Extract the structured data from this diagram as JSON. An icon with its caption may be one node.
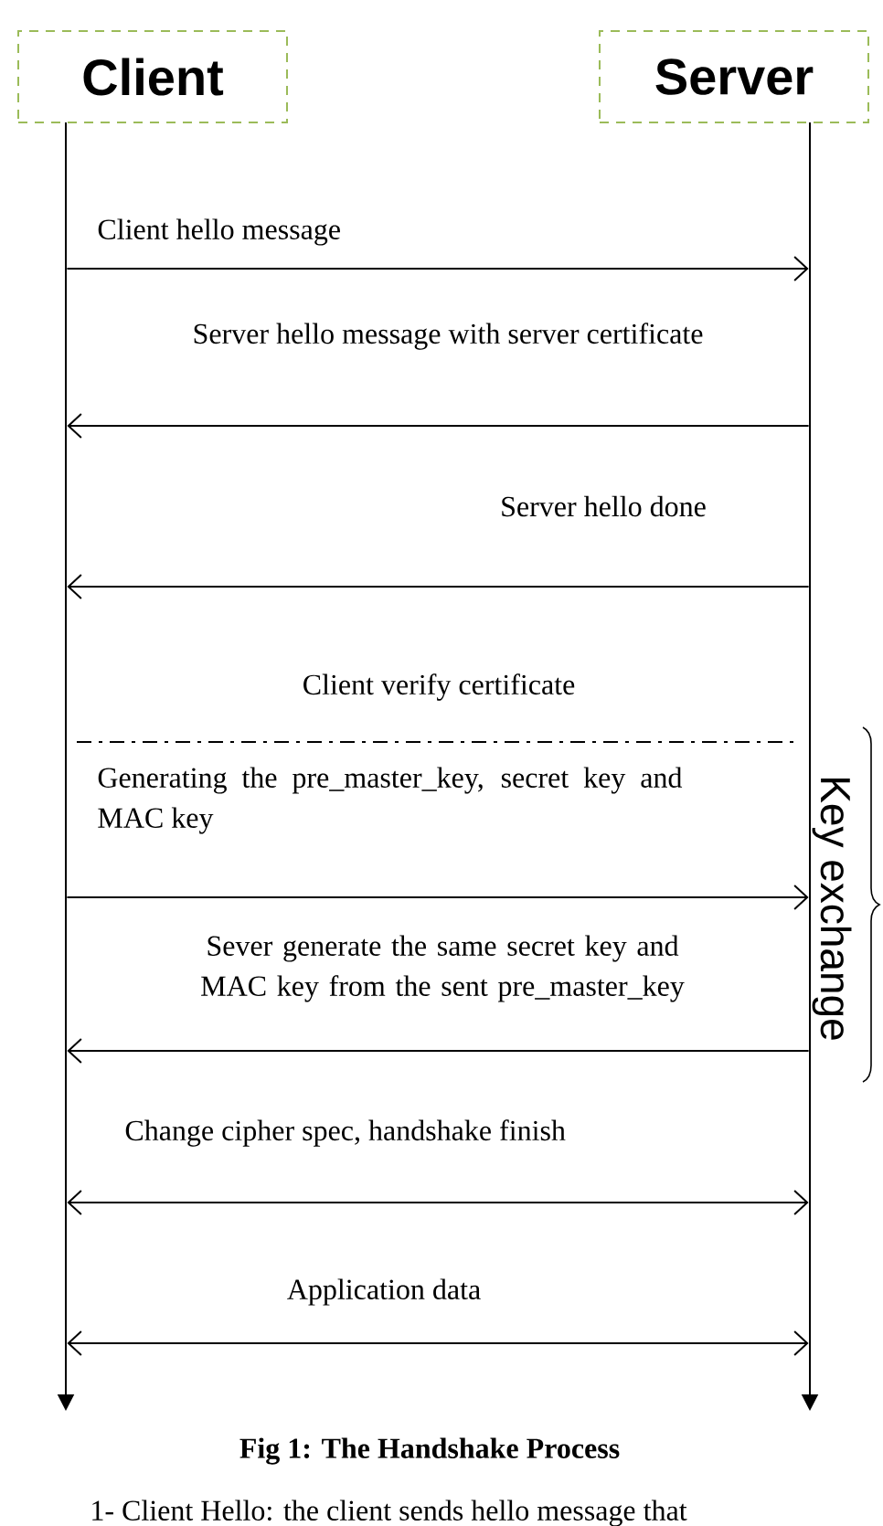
{
  "diagram": {
    "caption": "Fig 1: The Handshake Process",
    "nodes": [
      {
        "text": [
          "Client"
        ]
      },
      {
        "text": [
          "Server"
        ]
      },
      {
        "text": [],
        "shape": "line"
      },
      {
        "text": [],
        "shape": "line"
      }
    ],
    "edges": [
      {
        "from": 2,
        "to": 3,
        "arrow": "to",
        "label": "Client hello message"
      },
      {
        "from": 3,
        "to": 2,
        "arrow": "to",
        "label": "Server hello message with server certificate"
      },
      {
        "from": 3,
        "to": 2,
        "arrow": "to",
        "label": "Server hello done"
      },
      {
        "from": 2,
        "to": 3,
        "arrow": "to",
        "label": "Generating the pre_master_key, secret key and MAC key"
      },
      {
        "from": 3,
        "to": 2,
        "arrow": "to",
        "label": "Sever generate the same secret key and MAC key from the sent pre_master_key"
      },
      {
        "from": 2,
        "to": 3,
        "arrow": "both",
        "label": "Change cipher spec, handshake finish"
      },
      {
        "from": 2,
        "to": 3,
        "arrow": "both",
        "label": "Application data"
      }
    ],
    "labels": [
      "Client verify certificate",
      "Key exchange",
      "1- Client Hello: the client sends hello message that"
    ]
  }
}
